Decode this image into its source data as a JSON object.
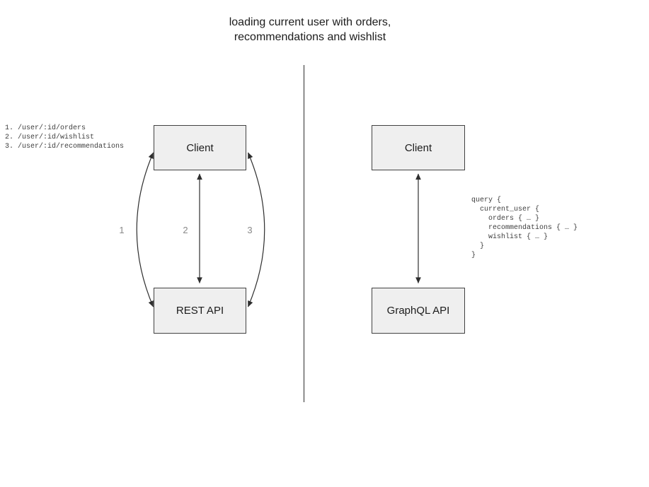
{
  "title": {
    "line1": "loading current user with orders,",
    "line2": "recommendations and wishlist"
  },
  "rest_panel": {
    "client_label": "Client",
    "api_label": "REST API",
    "endpoints": [
      "1. /user/:id/orders",
      "2. /user/:id/wishlist",
      "3. /user/:id/recommendations"
    ],
    "arrow_labels": [
      "1",
      "2",
      "3"
    ]
  },
  "graphql_panel": {
    "client_label": "Client",
    "api_label": "GraphQL API",
    "query_lines": [
      "query {",
      "  current_user {",
      "    orders { … }",
      "    recommendations { … }",
      "    wishlist { … }",
      "  }",
      "}"
    ]
  },
  "colors": {
    "box_fill": "#efefef",
    "box_border": "#424242",
    "arrow_line": "#2e2e2e",
    "divider_line": "#5e5e5e",
    "number_label_gray": "#898989",
    "text": "#1c1c1c",
    "mono_text": "#3d3d3d",
    "background": "#ffffff"
  }
}
